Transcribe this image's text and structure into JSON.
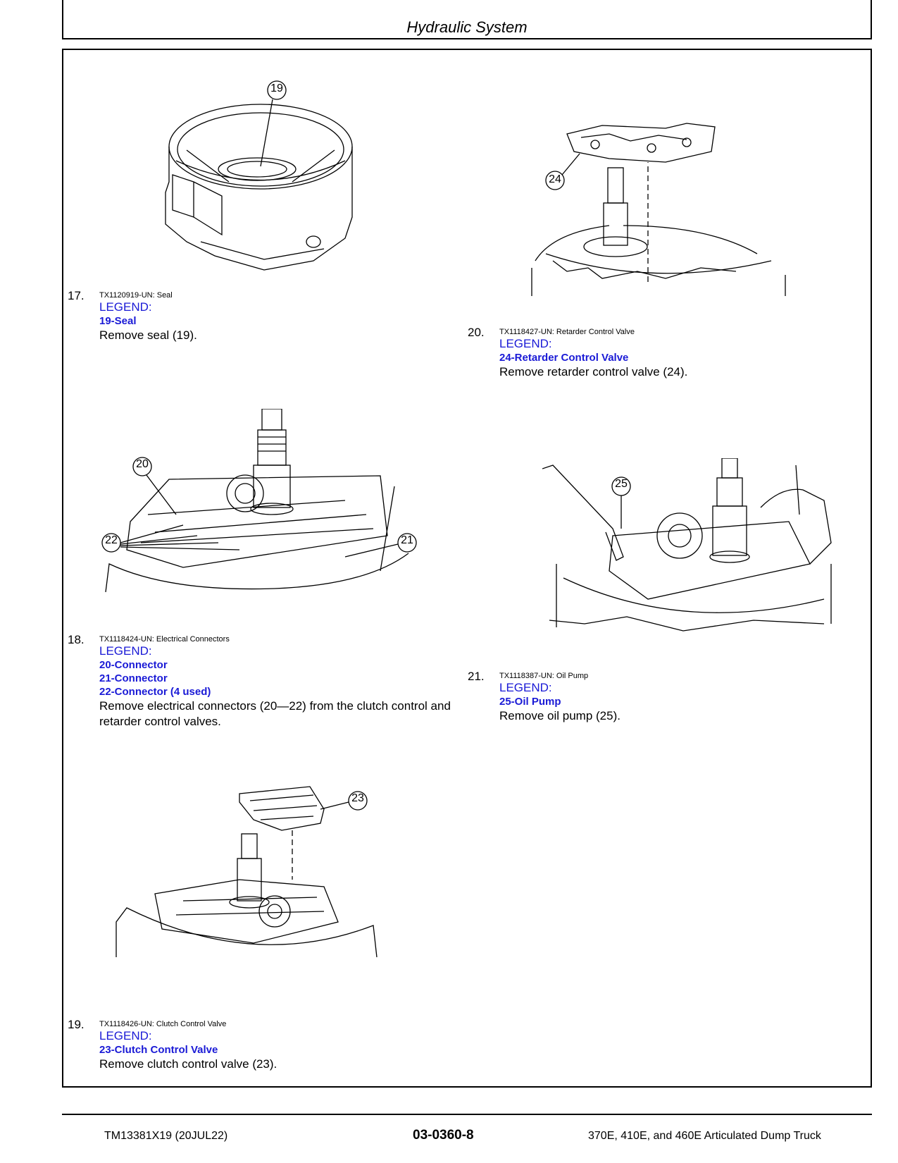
{
  "header": {
    "title": "Hydraulic System"
  },
  "steps": [
    {
      "number": "17.",
      "figure_id": "TX1120919-UN: Seal",
      "legend_title": "LEGEND:",
      "legend_items": [
        "19-Seal"
      ],
      "instruction": "Remove seal (19).",
      "callouts": [
        "19"
      ]
    },
    {
      "number": "18.",
      "figure_id": "TX1118424-UN: Electrical Connectors",
      "legend_title": "LEGEND:",
      "legend_items": [
        "20-Connector",
        "21-Connector",
        "22-Connector (4 used)"
      ],
      "instruction": "Remove electrical connectors (20—22) from the clutch control and retarder control valves.",
      "callouts": [
        "20",
        "21",
        "22"
      ]
    },
    {
      "number": "19.",
      "figure_id": "TX1118426-UN: Clutch Control Valve",
      "legend_title": "LEGEND:",
      "legend_items": [
        "23-Clutch Control Valve"
      ],
      "instruction": "Remove clutch control valve (23).",
      "callouts": [
        "23"
      ]
    },
    {
      "number": "20.",
      "figure_id": "TX1118427-UN: Retarder Control Valve",
      "legend_title": "LEGEND:",
      "legend_items": [
        "24-Retarder Control Valve"
      ],
      "instruction": "Remove retarder control valve (24).",
      "callouts": [
        "24"
      ]
    },
    {
      "number": "21.",
      "figure_id": "TX1118387-UN: Oil Pump",
      "legend_title": "LEGEND:",
      "legend_items": [
        "25-Oil Pump"
      ],
      "instruction": "Remove oil pump (25).",
      "callouts": [
        "25"
      ]
    }
  ],
  "footer": {
    "left": "TM13381X19 (20JUL22)",
    "center": "03-0360-8",
    "right": "370E, 410E, and 460E Articulated Dump Truck"
  },
  "colors": {
    "legend": "#1a1ad6",
    "line": "#000000"
  }
}
